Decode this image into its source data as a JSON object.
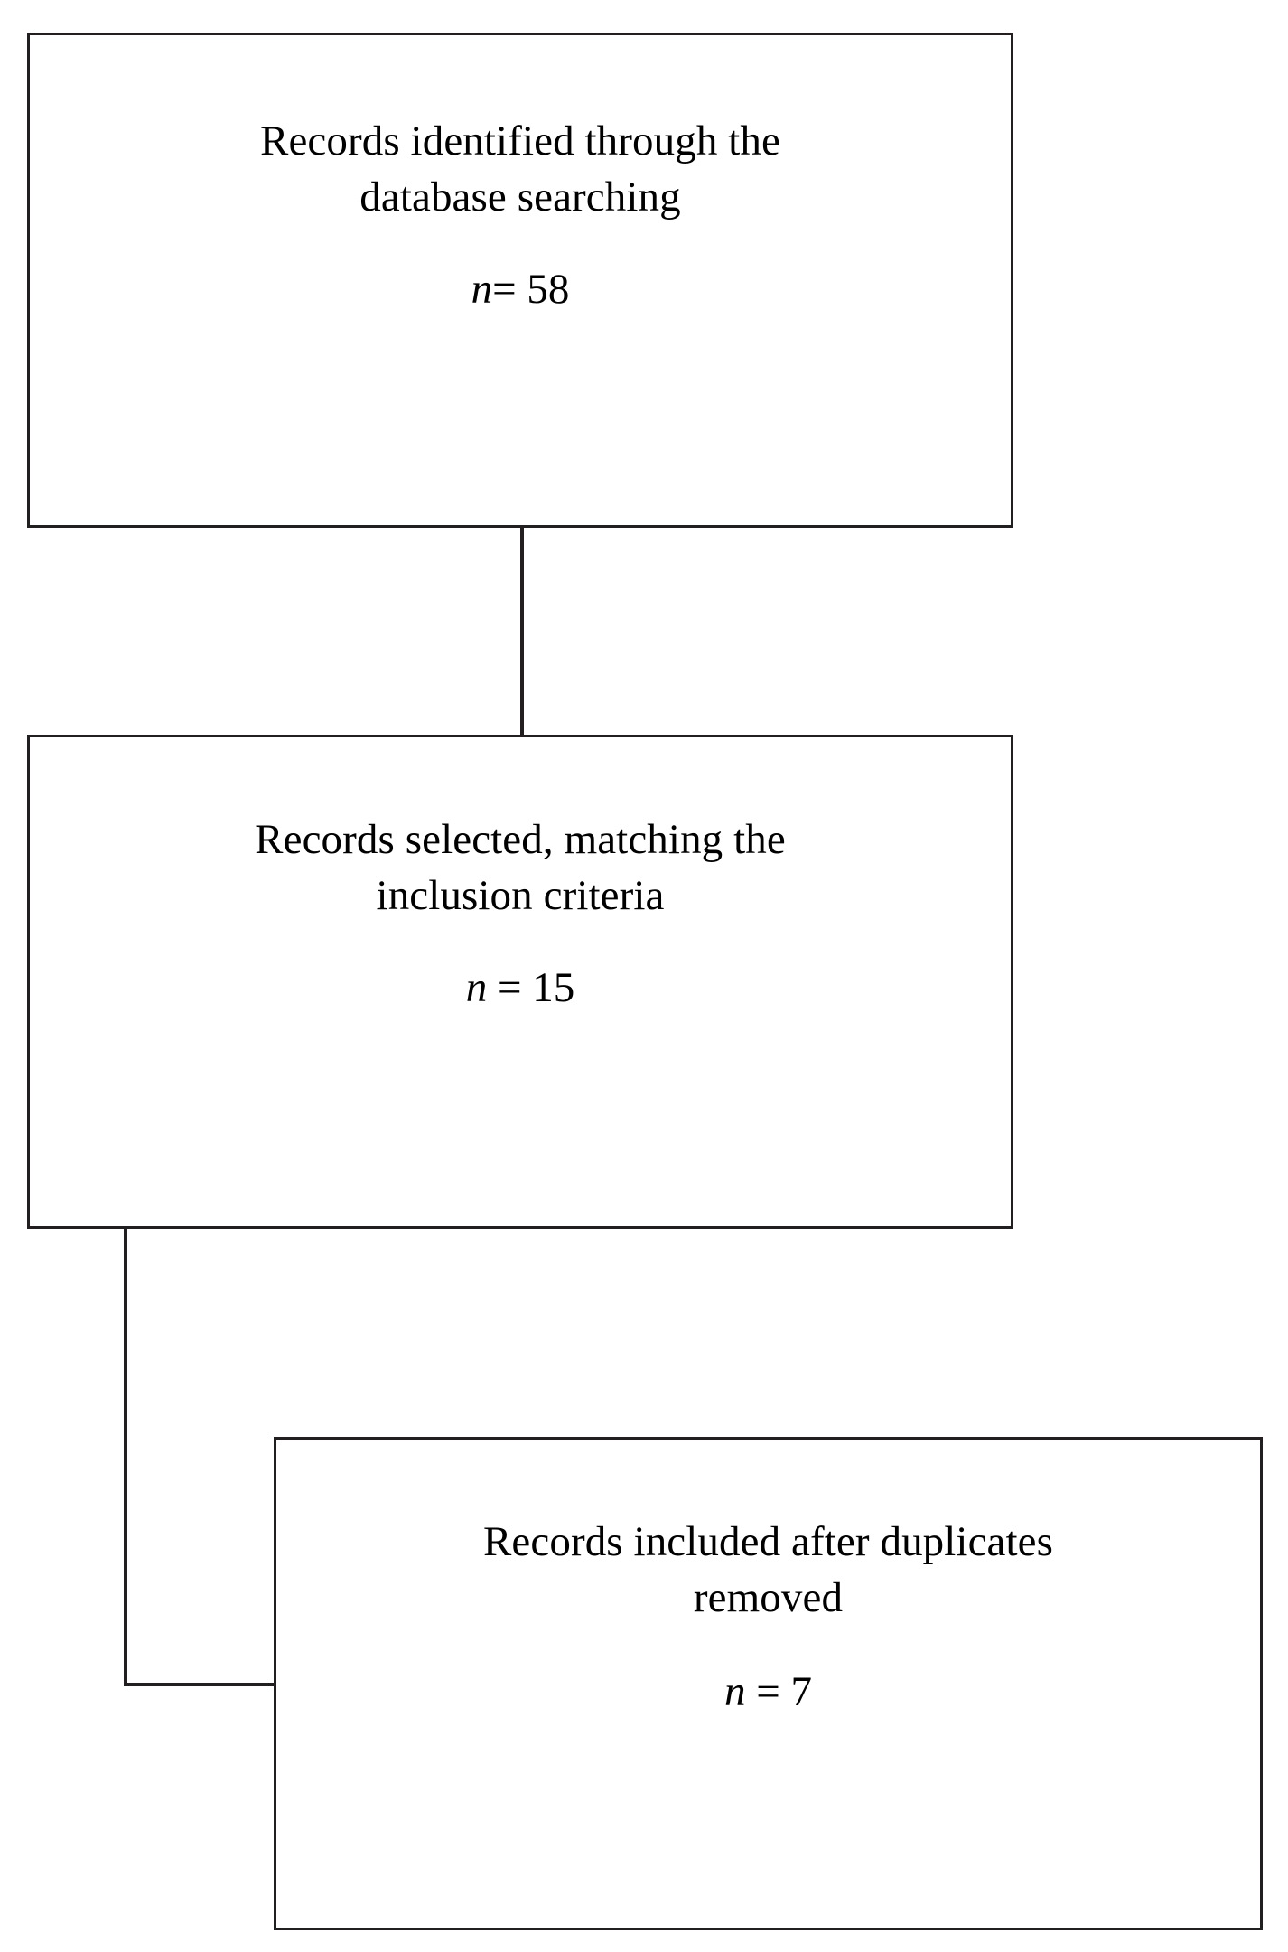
{
  "diagram": {
    "type": "prisma-flow-diagram",
    "background_color": "#ffffff",
    "line_color": "#231f20",
    "text_color": "#000000",
    "boxes": [
      {
        "id": "records-identified",
        "title": "Records identified through the\ndatabase searching",
        "count_label": "n= 58",
        "n_symbol": "n",
        "count_text": "= 58",
        "count_value": 58
      },
      {
        "id": "records-selected",
        "title": "Records selected, matching the\ninclusion criteria",
        "count_label": "n = 15",
        "n_symbol": "n",
        "count_text": " = 15",
        "count_value": 15
      },
      {
        "id": "records-included",
        "title": "Records included after duplicates\nremoved",
        "count_label": "n = 7",
        "n_symbol": "n",
        "count_text": " = 7",
        "count_value": 7
      }
    ],
    "connectors": [
      {
        "id": "identified-to-selected",
        "style": "straight-vertical"
      },
      {
        "id": "selected-to-included",
        "style": "elbow-left-then-right"
      }
    ]
  }
}
